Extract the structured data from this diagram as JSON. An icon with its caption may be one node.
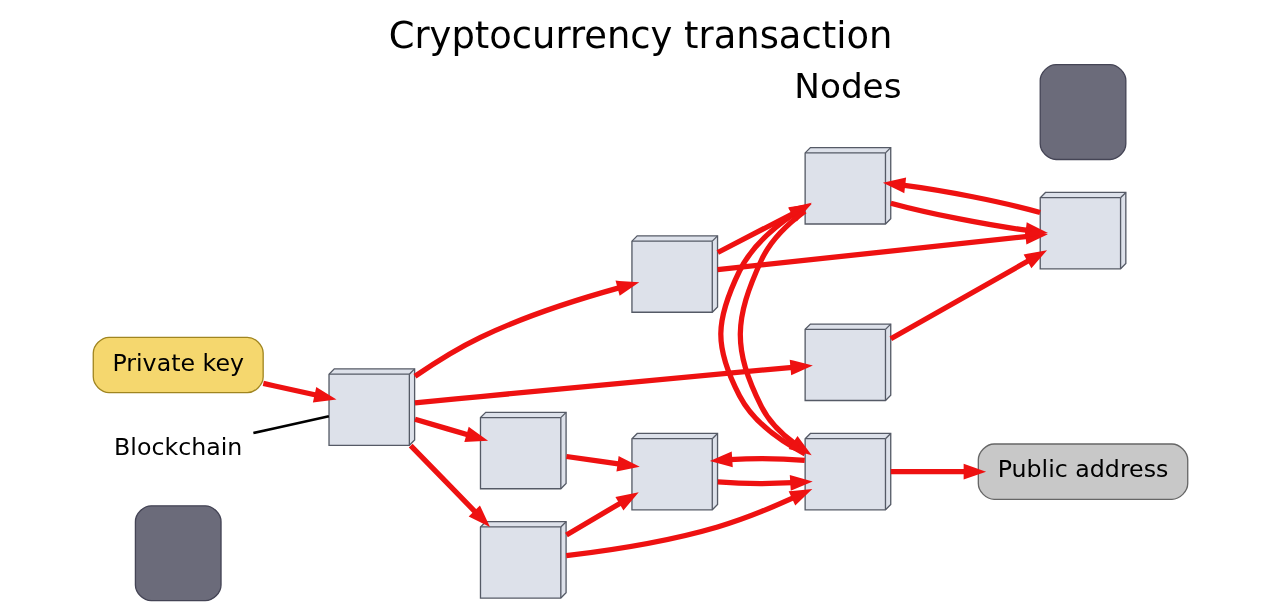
{
  "diagram": {
    "title": "Cryptocurrency transaction",
    "nodes": [
      {
        "text": [],
        "shape": "person"
      },
      {
        "text": [
          "Private key"
        ]
      },
      {
        "text": [
          "Blockchain"
        ]
      },
      {
        "text": [],
        "shape": "picture"
      },
      {
        "text": [],
        "shape": "picture"
      },
      {
        "text": [],
        "shape": "picture"
      },
      {
        "text": [],
        "shape": "picture"
      },
      {
        "text": [],
        "shape": "picture"
      },
      {
        "text": [],
        "shape": "picture"
      },
      {
        "text": [],
        "shape": "picture"
      },
      {
        "text": [],
        "shape": "picture"
      },
      {
        "text": [],
        "shape": "picture"
      },
      {
        "text": [],
        "shape": "person"
      },
      {
        "text": [
          "Public address"
        ]
      }
    ],
    "edges": [
      {
        "from": 2,
        "to": 3,
        "arrow": "none",
        "color": "#000000"
      },
      {
        "from": 1,
        "to": 3,
        "arrow": "to"
      },
      {
        "from": 3,
        "to": 4,
        "arrow": "to"
      },
      {
        "from": 3,
        "to": 6,
        "arrow": "to"
      },
      {
        "from": 3,
        "to": 8,
        "arrow": "to"
      },
      {
        "from": 3,
        "to": 10,
        "arrow": "to"
      },
      {
        "from": 4,
        "to": 5,
        "arrow": "to"
      },
      {
        "from": 6,
        "to": 5,
        "arrow": "to"
      },
      {
        "from": 7,
        "to": 5,
        "arrow": "to"
      },
      {
        "from": 5,
        "to": 7,
        "arrow": "to"
      },
      {
        "from": 6,
        "to": 7,
        "arrow": "to"
      },
      {
        "from": 9,
        "to": 7,
        "arrow": "to"
      },
      {
        "from": 7,
        "to": 9,
        "arrow": "to"
      },
      {
        "from": 8,
        "to": 9,
        "arrow": "to"
      },
      {
        "from": 11,
        "to": 9,
        "arrow": "to"
      },
      {
        "from": 8,
        "to": 11,
        "arrow": "to"
      },
      {
        "from": 10,
        "to": 11,
        "arrow": "to"
      },
      {
        "from": 9,
        "to": 11,
        "arrow": "to"
      },
      {
        "from": 7,
        "to": 13,
        "arrow": "to"
      }
    ],
    "labels": [
      "Nodes"
    ]
  }
}
